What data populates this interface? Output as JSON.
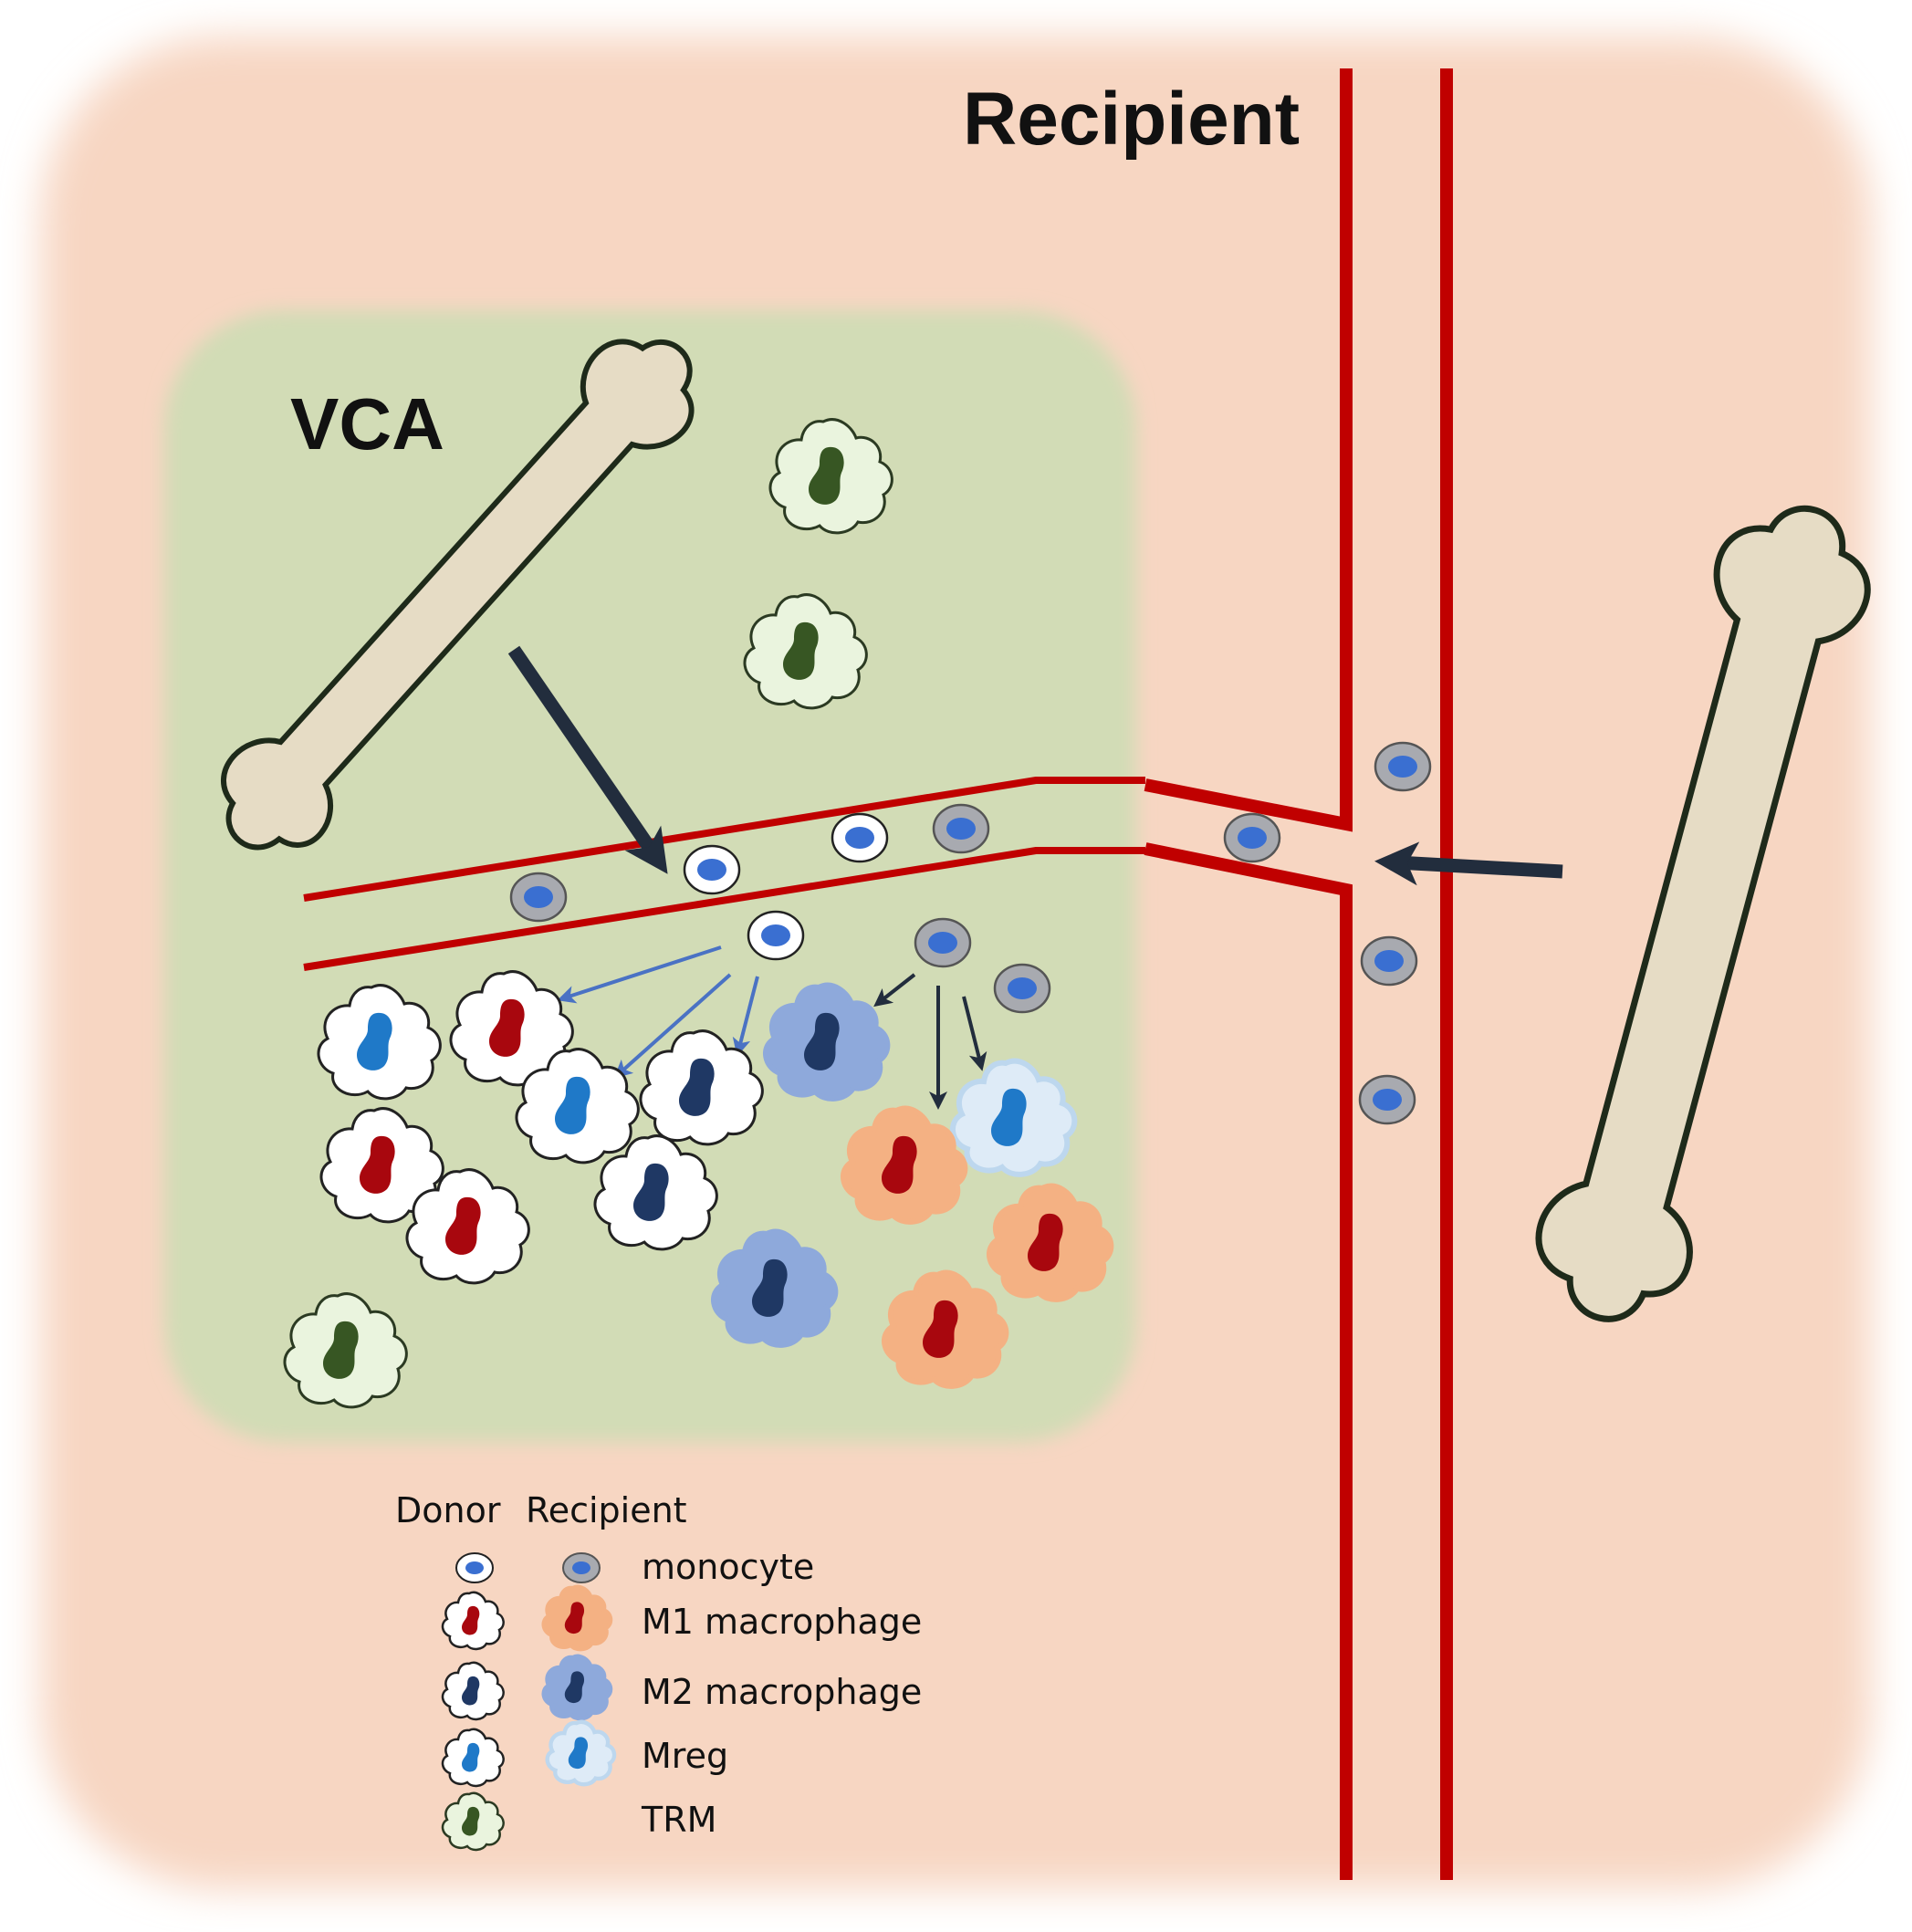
{
  "labels": {
    "recipient_title": "Recipient",
    "vca_title": "VCA"
  },
  "legend": {
    "donor_header": "Donor",
    "recipient_header": "Recipient",
    "rows": [
      {
        "label": "monocyte",
        "donor_icon": "donor-monocyte-icon",
        "recipient_icon": "recipient-monocyte-icon"
      },
      {
        "label": "M1 macrophage",
        "donor_icon": "donor-m1-macrophage-icon",
        "recipient_icon": "recipient-m1-macrophage-icon"
      },
      {
        "label": "M2 macrophage",
        "donor_icon": "donor-m2-macrophage-icon",
        "recipient_icon": "recipient-m2-macrophage-icon"
      },
      {
        "label": "Mreg",
        "donor_icon": "donor-mreg-icon",
        "recipient_icon": "recipient-mreg-icon"
      },
      {
        "label": "TRM",
        "donor_icon": "donor-trm-icon",
        "recipient_icon": ""
      }
    ]
  },
  "colors": {
    "background": "#f7d6c2",
    "vca_region": "#d2dcb6",
    "vessel": "#c00000",
    "arrow_dark": "#222d3d",
    "arrow_blue": "#4a72c4",
    "bone_fill": "#e6dcc5",
    "m1_nucleus": "#a8070e",
    "m2_nucleus": "#1f3864",
    "mreg_nucleus": "#1f79c8",
    "trm_nucleus": "#375623",
    "monocyte_nucleus": "#3a6fd1"
  }
}
